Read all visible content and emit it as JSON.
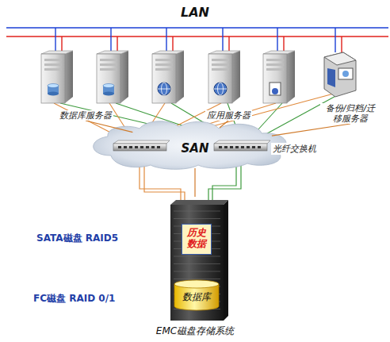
{
  "diagram": {
    "title": "LAN",
    "nodes": [
      {
        "text": [
          "数据库服务器"
        ]
      },
      {
        "text": [
          "应用服务器"
        ]
      },
      {
        "text": [
          "备份/归档/迁移服务器"
        ]
      },
      {
        "text": [
          "SAN"
        ]
      },
      {
        "text": [
          "EMC磁盘存储系统"
        ]
      },
      {
        "text": [
          "历史数据"
        ],
        "in": 4
      },
      {
        "text": [
          "数据库"
        ],
        "in": 4
      }
    ],
    "edges": [
      {
        "from": 0,
        "to": 3,
        "arrow": "none"
      },
      {
        "from": 1,
        "to": 3,
        "arrow": "none"
      },
      {
        "from": 2,
        "to": 3,
        "arrow": "none"
      },
      {
        "from": 3,
        "to": 4,
        "arrow": "none"
      }
    ],
    "labels": [
      "光纤交换机",
      "SATA磁盘 RAID5",
      "FC磁盘 RAID 0/1"
    ]
  }
}
